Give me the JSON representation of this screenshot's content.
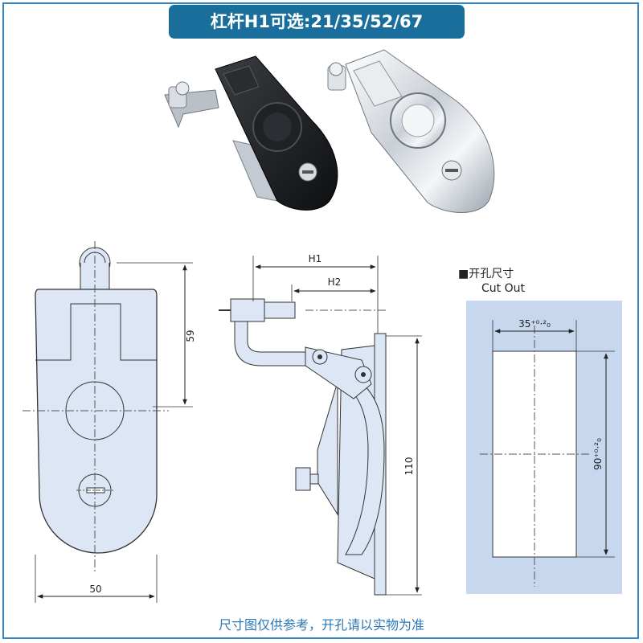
{
  "header": {
    "title": "杠杆H1可选:21/35/52/67"
  },
  "drawing": {
    "front": {
      "dim_height": "59",
      "dim_width": "50"
    },
    "side": {
      "dim_h1": "H1",
      "dim_h2": "H2",
      "dim_total": "110"
    },
    "cutout": {
      "label_cn": "■开孔尺寸",
      "label_en": "Cut Out",
      "dim_width": "35⁺⁰·²₀",
      "dim_height": "90⁺⁰·²₀"
    }
  },
  "footer": {
    "note": "尺寸图仅供参考，开孔请以实物为准"
  },
  "colors": {
    "accent": "#1a6e9c",
    "part_fill": "#dce6f5",
    "cutout_bg": "#c7d7ee"
  }
}
